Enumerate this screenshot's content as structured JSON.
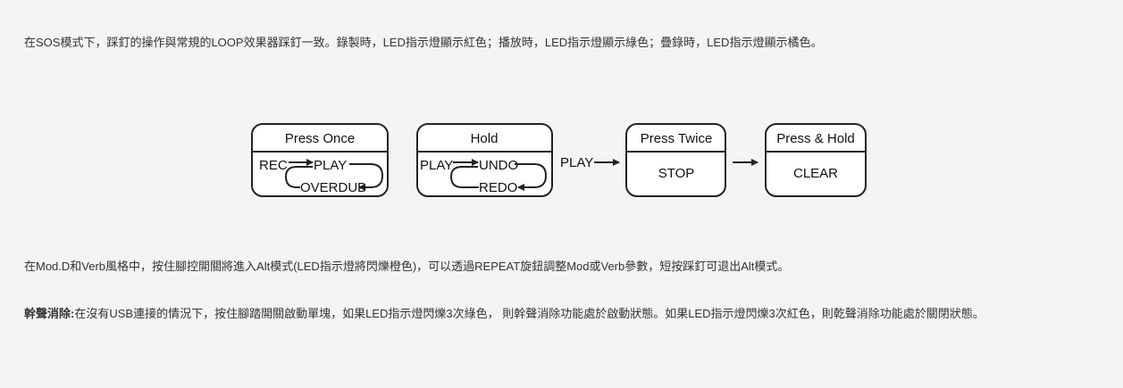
{
  "intro": "在SOS模式下，踩釘的操作與常規的LOOP效果器踩釘一致。錄製時，LED指示燈顯示紅色；播放時，LED指示燈顯示綠色；疊錄時，LED指示燈顯示橘色。",
  "diagram": {
    "box1": {
      "title": "Press Once",
      "rec": "REC",
      "play": "PLAY",
      "overdub": "OVERDUB"
    },
    "box2": {
      "title": "Hold",
      "play": "PLAY",
      "undo": "UNDO",
      "redo": "REDO"
    },
    "play_label": "PLAY",
    "box3": {
      "title": "Press Twice",
      "action": "STOP"
    },
    "box4": {
      "title": "Press & Hold",
      "action": "CLEAR"
    }
  },
  "alt_mode": "在Mod.D和Verb風格中，按住腳控開關將進入Alt模式(LED指示燈將閃爍橙色)，可以透過REPEAT旋鈕調整Mod或Verb參數，短按踩釘可退出Alt模式。",
  "dry_kill": {
    "label": "幹聲消除:",
    "text": "在沒有USB連接的情況下，按住腳踏開關啟動單塊，如果LED指示燈閃爍3次綠色， 則幹聲消除功能處於啟動狀態。如果LED指示燈閃爍3次紅色，則乾聲消除功能處於關閉狀態。"
  }
}
